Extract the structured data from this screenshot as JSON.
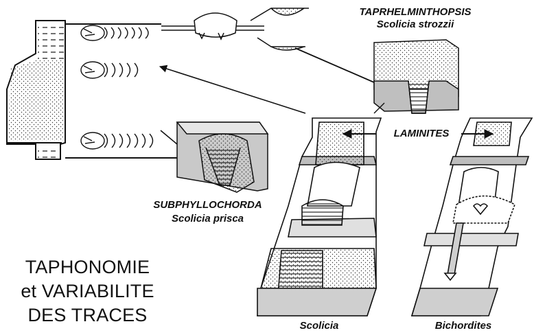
{
  "labels": {
    "taprhelminthopsis": "TAPRHELMINTHOPSIS",
    "scolicia_strozzii": "Scolicia strozzii",
    "laminites": "LAMINITES",
    "subphyllochorda": "SUBPHYLLOCHORDA",
    "scolicia_prisca": "Scolicia prisca",
    "scolicia": "Scolicia",
    "bichordites": "Bichordites"
  },
  "title": {
    "line1": "TAPHONOMIE",
    "line2": "et VARIABILITE",
    "line3": "DES TRACES"
  }
}
